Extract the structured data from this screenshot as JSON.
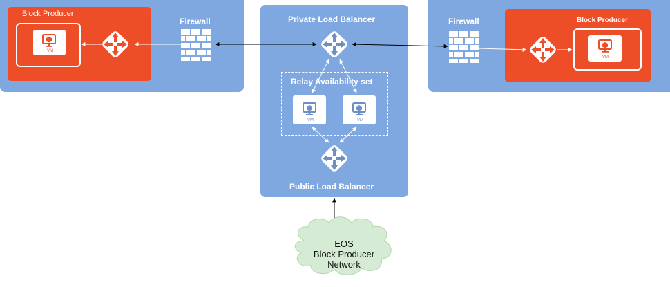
{
  "left_group": {
    "block_producer_label": "Block Producer",
    "firewall_label": "Firewall",
    "vm_label": "VM"
  },
  "center_group": {
    "private_lb_label": "Private Load Balancer",
    "relay_set_label": "Relay Availability set",
    "vm1_label": "VM",
    "vm2_label": "VM",
    "public_lb_label": "Public Load Balancer"
  },
  "right_group": {
    "block_producer_label": "Block Producer",
    "firewall_label": "Firewall",
    "vm_label": "VM"
  },
  "network_cloud": {
    "line1": "EOS",
    "line2": "Block Producer",
    "line3": "Network"
  },
  "colors": {
    "panel_blue": "#7fa7e0",
    "block_producer_orange": "#ee4e27",
    "cloud_green": "#d5ebd3",
    "arrow_black": "#000000",
    "arrow_white": "#ffffff"
  },
  "icons": [
    "load-balancer-icon",
    "firewall-icon",
    "vm-icon"
  ]
}
